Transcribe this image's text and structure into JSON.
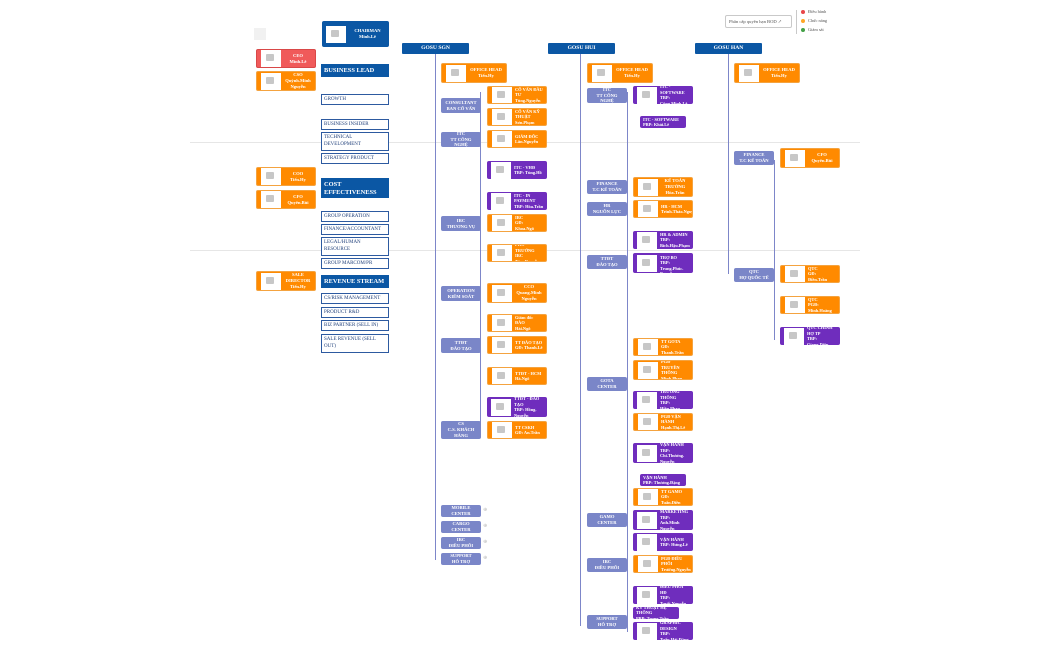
{
  "legend": {
    "button_label": "Phân cấp quyền hạn BOD",
    "items": [
      {
        "label": "Điều hành",
        "color": "#e8464a"
      },
      {
        "label": "Chức năng",
        "color": "#ffa726"
      },
      {
        "label": "Giám sát",
        "color": "#43a047"
      }
    ]
  },
  "chairman": "CHAIRMAN\nMinh.Lê",
  "left_people": [
    {
      "label": "CEO\nMinh.Lê"
    },
    {
      "label": "CSO\nQuỳnh.Minh\nNguyễn"
    },
    {
      "label": "COO\nTiến.Hy"
    },
    {
      "label": "CFO\nQuyên.Bùi"
    },
    {
      "label": "SALE\nDIRECTOR\nTiến.Hy"
    }
  ],
  "business_lead": {
    "title": "BUSINESS LEAD",
    "items": [
      "GROWTH",
      "BUSINESS INSIDER",
      "TECHNICAL DEVELOPMENT",
      "STRATEGY PRODUCT"
    ]
  },
  "cost": {
    "title": "COST EFFECTIVENESS",
    "items": [
      "GROUP OPERATION",
      "FINANCE/ACCOUNTANT",
      "LEGAL/HUMAN RESOURCE",
      "GROUP MARCOM/PR"
    ]
  },
  "revenue": {
    "title": "REVENUE STREAM",
    "items": [
      "CS/RISK MANAGEMENT",
      "PRODUCT R&D",
      "BIZ PARTNER (SELL IN)",
      "SALE REVENUE (SELL OUT)"
    ]
  },
  "columns": {
    "sgn": "GOSU SGN",
    "hui": "GOSU HUI",
    "han": "GOSU HAN"
  },
  "sgn": {
    "office_head": "OFFICE HEAD\nTiến.Hy",
    "groups": {
      "consultant": "CONSULTANT\nBAN CỐ VẤN",
      "itc": "ITC\nTT CÔNG NGHỆ",
      "irc": "IRC\nTHƯƠNG VỤ",
      "operation": "OPERATION\nKIỂM SOÁT",
      "ttdt": "TTĐT\nĐÀO TẠO",
      "cs": "CS\nC.S. KHÁCH\nHÀNG",
      "mobile": "MOBILE\nCENTER",
      "cargo": "CARGO\nCENTER",
      "irc2": "IRC\nĐIỀU PHỐI",
      "support": "SUPPORT\nHỖ TRỢ"
    },
    "nodes": [
      "CỐ VẤN ĐẦU TƯ\nTùng.Nguyễn",
      "CỐ VẤN KỸ THUẬT\nSơn.Phạm",
      "GIÁM ĐỐC\nLân.Nguyễn",
      "ITC - VHĐ\nTBP: Tùng.Hồ",
      "ITC - IN PAYMENT\nTBP: Hòa.Trần",
      "IRC\nGĐ: Khoa.Ngô",
      "PHÓ TRƯỞNG IRC\nTâm.Nguyễn",
      "CCO\nQuang.Minh\nNguyễn",
      "Giám đốc ĐÀO\nHải.Ngô",
      "TT ĐÀO TẠO\nGĐ: Thanh.Lê",
      "TTĐT - HCM\nHà.Ngô",
      "TTĐT - ĐÀO TẠO\nTBP: Hồng.\nNguyễn",
      "TT CSKH\nGĐ: An.Trần"
    ]
  },
  "hui": {
    "office_head": "OFFICE HEAD\nTiến.Hy",
    "groups": {
      "itc": "ITC\nTT CÔNG NGHỆ",
      "finance": "FINANCE\nT.C KẾ TOÁN",
      "hr": "HR\nNGUỒN LỰC",
      "ttdt": "TTĐT\nĐÀO TẠO",
      "gota": "GOTA\nCENTER",
      "gamo": "GAMO\nCENTER",
      "irc": "IRC\nĐIỀU PHỐI",
      "support": "SUPPORT\nHỖ TRỢ"
    },
    "nodes": [
      "ITC - SOFTWARE\nTBP: Công.Minh.Lê",
      "ITC - SOFTWARE\nPBP: Khải.Lê",
      "KẾ TOÁN\nTRƯỞNG\nHòa.Trần",
      "HR - HCM\nTrinh.Thảo.Nguyễn",
      "HR & ADMIN\nTBP: Bích.Hậu.Phạm",
      "TTĐT - HỖ TRỢ BO\nTBP: Trung.Phúc.\nNguyễn",
      "TT GOTA\nGĐ: Thanh.Trần",
      "PGĐ TRUYỀN\nTHÔNG\nMinh.Phan",
      "TRƯỞNG THÔNG\nTBP: Hiền.Phan",
      "PGĐ VẬN HÀNH\nHạnh.Thị.Lê",
      "VẬN HÀNH\nTBP: Chí.Thương.\nNguyễn",
      "VẬN HÀNH\nPBP: Thương.Đặng",
      "TT GAMO\nGĐ: Tuấn.Điền",
      "MARKETING\nTBP: Anh.Minh\nNguyễn",
      "VẬN HÀNH\nTBP: Hưng.Lê",
      "PGĐ ĐIỀU PHỐI\nTrường.Nguyễn",
      "ĐIỀU PHỐI HĐ\nTBP: Tuyết.Nguyễn",
      "KỸ THUẬT HỆ THỐNG\nPBP: Trung.Trần",
      "GRAPHIC DESIGN\nTBP: Tuấn.Hải.Đặng"
    ]
  },
  "han": {
    "office_head": "OFFICE HEAD\nTiến.Hy",
    "groups": {
      "finance": "FINANCE\nT.C KẾ TOÁN",
      "qtc": "QTC\nHỢ QUỐC TẾ"
    },
    "nodes": [
      "CFO\nQuyên.Bùi",
      "QTC\nGĐ: Điền.Trần",
      "QTC\nPGĐ: Minh.Hoàng",
      "QTC CHÍNH HỢ TP\nTBP: Giang.Diệp"
    ]
  }
}
